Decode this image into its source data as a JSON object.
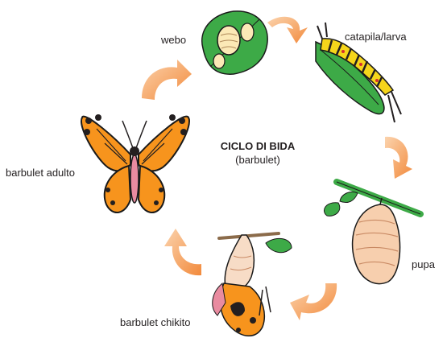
{
  "title": "CICLO DI BIDA",
  "subtitle": "(barbulet)",
  "stages": [
    {
      "id": "egg",
      "label": "webo"
    },
    {
      "id": "larva",
      "label": "catapila/larva"
    },
    {
      "id": "pupa",
      "label": "pupa"
    },
    {
      "id": "emerging",
      "label": "barbulet chikito"
    },
    {
      "id": "adult",
      "label": "barbulet adulto"
    }
  ],
  "icons": [
    "leaf-with-eggs-icon",
    "caterpillar-icon",
    "chrysalis-icon",
    "emerging-butterfly-icon",
    "butterfly-icon",
    "cycle-arrow-icon"
  ],
  "colors": {
    "arrow": "#f4a15d",
    "arrow_light": "#fbd3ad",
    "leaf": "#3daa47",
    "wing": "#f7941d",
    "stripe": "#231f20",
    "caterpillar": "#f5d51b",
    "pupa": "#f7cfae"
  }
}
